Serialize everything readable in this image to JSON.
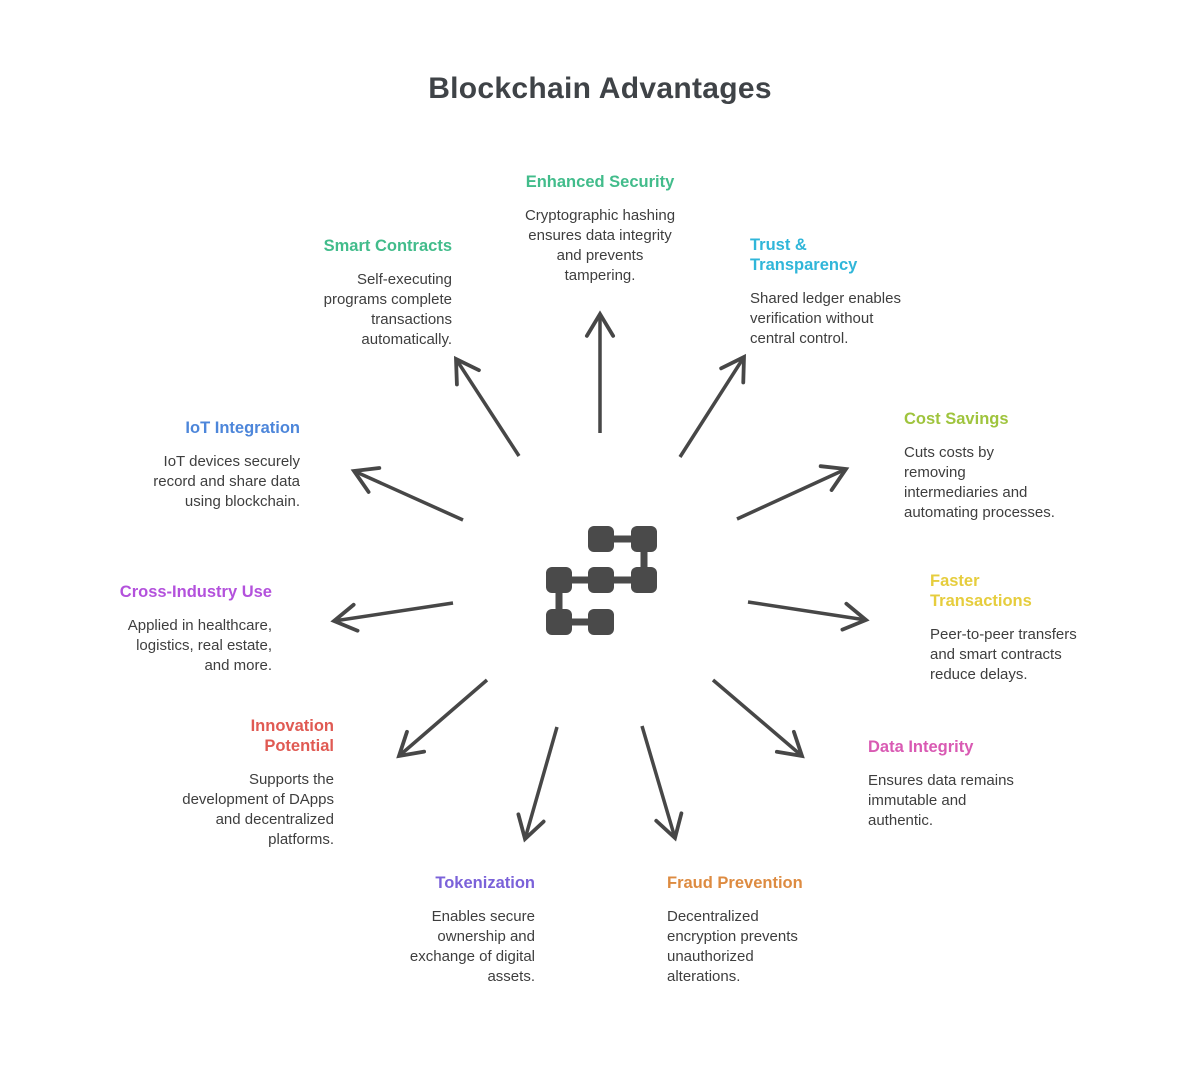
{
  "title": "Blockchain Advantages",
  "colors": {
    "title": "#3f4347",
    "body_text": "#3e3e3e",
    "arrows": "#474747",
    "center_icon": "#4a4a4a"
  },
  "center_icon": "blockchain-icon",
  "items": [
    {
      "id": "enhanced-security",
      "title": "Enhanced Security",
      "color": "#42bc8b",
      "body": [
        "Cryptographic hashing",
        "ensures data integrity",
        "and prevents",
        "tampering."
      ]
    },
    {
      "id": "trust-transparency",
      "title": [
        "Trust &",
        "Transparency"
      ],
      "color": "#30b6d9",
      "body": [
        "Shared ledger enables",
        "verification without",
        "central control."
      ]
    },
    {
      "id": "cost-savings",
      "title": "Cost Savings",
      "color": "#9fc43d",
      "body": [
        "Cuts costs by",
        "removing",
        "intermediaries and",
        "automating processes."
      ]
    },
    {
      "id": "faster-transactions",
      "title": [
        "Faster",
        "Transactions"
      ],
      "color": "#e6cd3d",
      "body": [
        "Peer-to-peer transfers",
        "and smart contracts",
        "reduce delays."
      ]
    },
    {
      "id": "data-integrity",
      "title": "Data Integrity",
      "color": "#d95ab3",
      "body": [
        "Ensures data remains",
        "immutable and",
        "authentic."
      ]
    },
    {
      "id": "fraud-prevention",
      "title": "Fraud Prevention",
      "color": "#dd8b41",
      "body": [
        "Decentralized",
        "encryption prevents",
        "unauthorized",
        "alterations."
      ]
    },
    {
      "id": "tokenization",
      "title": "Tokenization",
      "color": "#7b62d9",
      "body": [
        "Enables secure",
        "ownership and",
        "exchange of digital",
        "assets."
      ]
    },
    {
      "id": "innovation-potential",
      "title": [
        "Innovation",
        "Potential"
      ],
      "color": "#e05a53",
      "body": [
        "Supports the",
        "development of DApps",
        "and decentralized",
        "platforms."
      ]
    },
    {
      "id": "cross-industry-use",
      "title": "Cross-Industry Use",
      "color": "#b351dc",
      "body": [
        "Applied in healthcare,",
        "logistics, real estate,",
        "and more."
      ]
    },
    {
      "id": "iot-integration",
      "title": "IoT Integration",
      "color": "#4d86da",
      "body": [
        "IoT devices securely",
        "record and share data",
        "using blockchain."
      ]
    },
    {
      "id": "smart-contracts",
      "title": "Smart Contracts",
      "color": "#42bc8b",
      "body": [
        "Self-executing",
        "programs complete",
        "transactions",
        "automatically."
      ]
    }
  ]
}
